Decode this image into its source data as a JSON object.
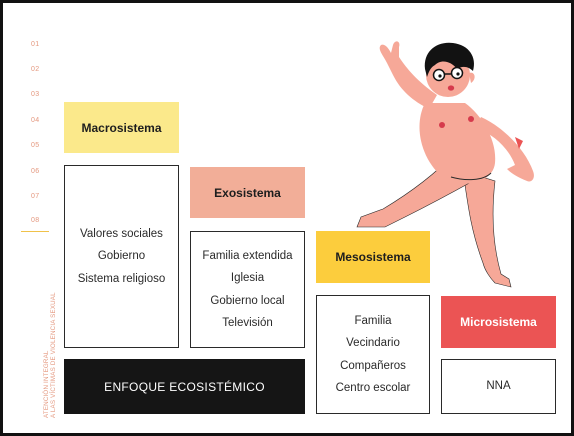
{
  "page_numbers": [
    "01",
    "02",
    "03",
    "04",
    "05",
    "06",
    "07",
    "08"
  ],
  "side_text": [
    "ATENCIÓN INTEGRAL",
    "A LAS VÍCTIMAS DE VIOLENCIA SEXUAL"
  ],
  "colors": {
    "macro": "#fbe98b",
    "exo": "#f2ae98",
    "meso": "#fccd3d",
    "micro": "#eb5454",
    "enfoque": "#151515",
    "skin": "#f6a898"
  },
  "macrosistema": {
    "title": "Macrosistema",
    "items": [
      "Valores sociales",
      "Gobierno",
      "Sistema religioso"
    ]
  },
  "exosistema": {
    "title": "Exosistema",
    "items": [
      "Familia extendida",
      "Iglesia",
      "Gobierno local",
      "Televisión"
    ]
  },
  "mesosistema": {
    "title": "Mesosistema",
    "items": [
      "Familia",
      "Vecindario",
      "Compañeros",
      "Centro escolar"
    ]
  },
  "microsistema": {
    "title": "Microsistema",
    "items": [
      "NNA"
    ]
  },
  "enfoque": {
    "title": "ENFOQUE ECOSISTÉMICO"
  },
  "illustration": {
    "icon": "running-figure-illustration"
  }
}
